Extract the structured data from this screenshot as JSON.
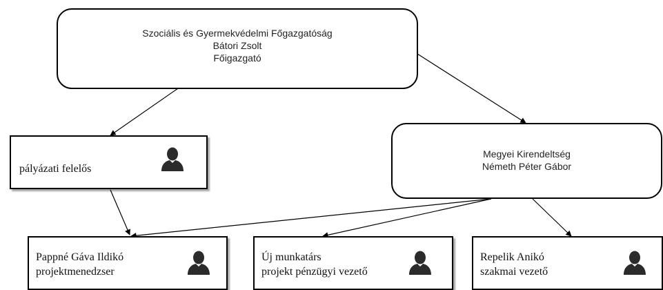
{
  "nodes": {
    "director": {
      "line1": "Szociális és Gyermekvédelmi Főgazgatóság",
      "line2": "Bátori Zsolt",
      "line3": "Főigazgató"
    },
    "county_office": {
      "line1": "Megyei Kirendeltség",
      "line2": "Németh Péter Gábor"
    },
    "grant_officer": {
      "line1": "pályázati felelős"
    },
    "project_manager": {
      "line1": "Pappné Gáva Ildikó",
      "line2": "projektmenedzser"
    },
    "new_colleague": {
      "line1": "Új munkatárs",
      "line2": "projekt pénzügyi vezető"
    },
    "professional_lead": {
      "line1": "Repelik Anikó",
      "line2": "szakmai vezető"
    }
  },
  "icons": {
    "person": "person-silhouette-icon"
  },
  "colors": {
    "border": "#000000",
    "text": "#222222",
    "icon": "#2b2b2b"
  }
}
